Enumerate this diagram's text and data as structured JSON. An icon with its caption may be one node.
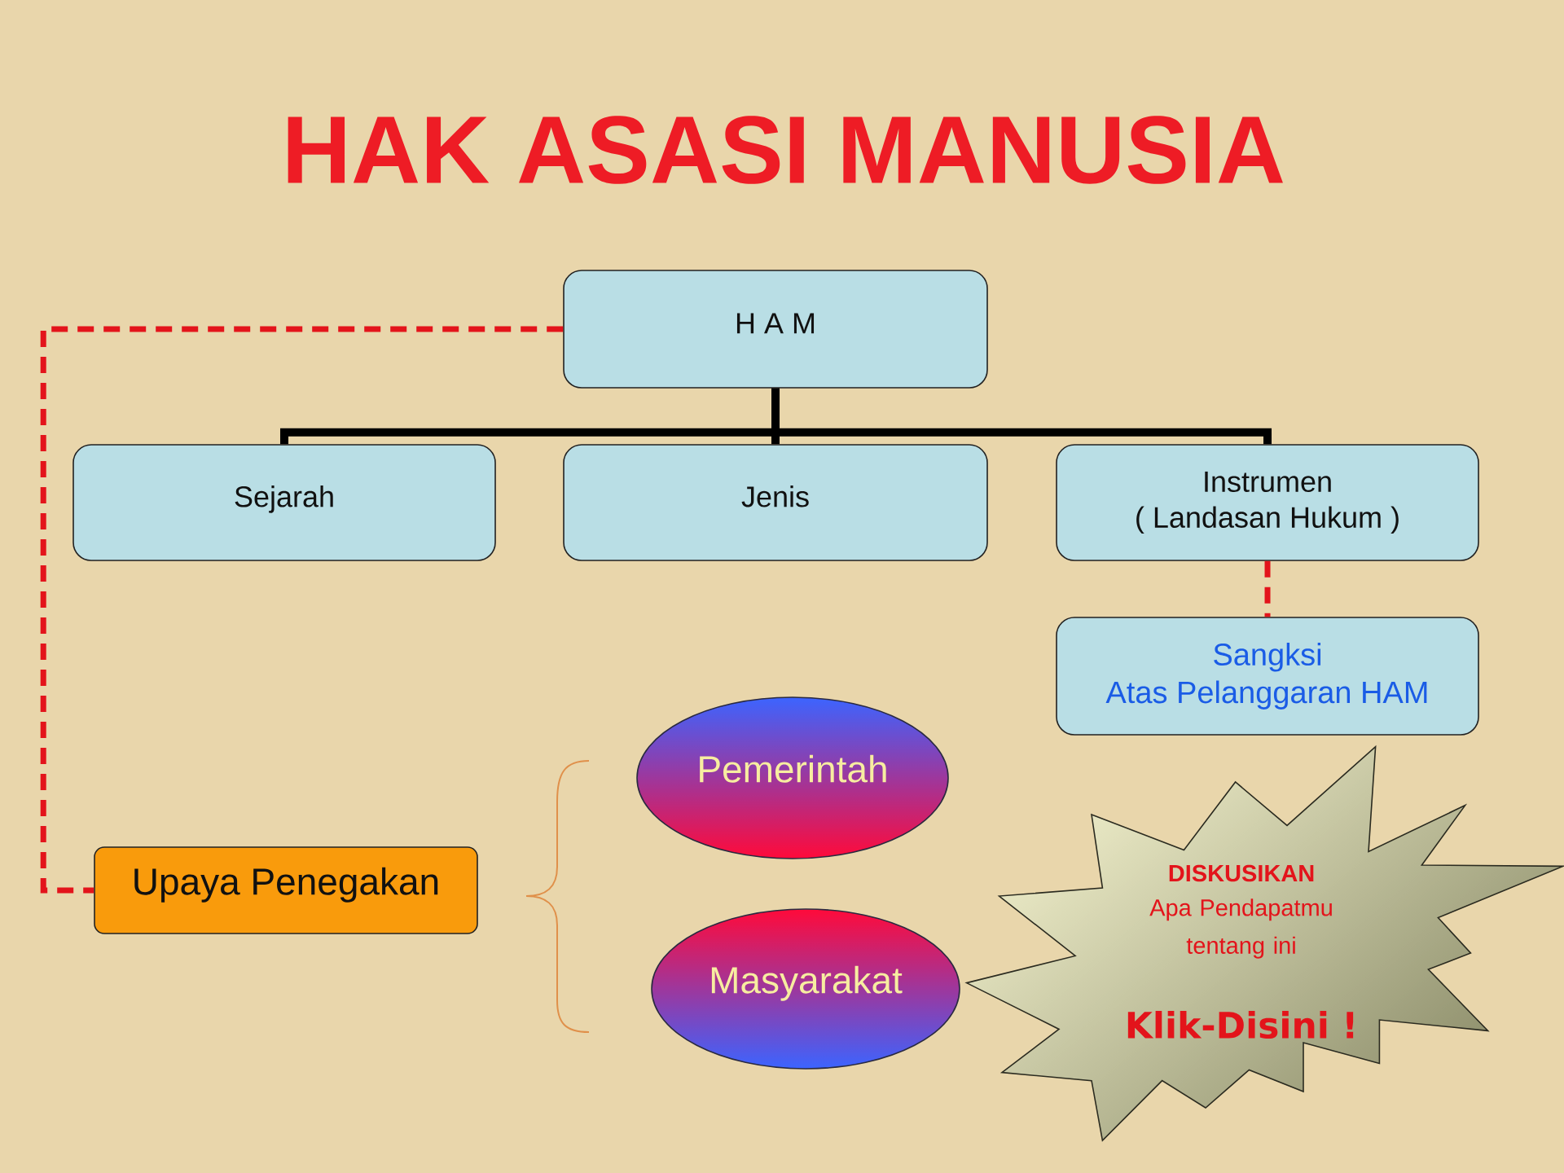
{
  "diagram": {
    "title": "HAK ASASI MANUSIA",
    "nodes": [
      {
        "text": [
          "H A M"
        ]
      },
      {
        "text": [
          "Sejarah"
        ]
      },
      {
        "text": [
          "Jenis"
        ]
      },
      {
        "text": [
          "Instrumen ( Landasan Hukum )"
        ]
      },
      {
        "text": [
          "Sangksi Atas Pelanggaran HAM"
        ]
      },
      {
        "text": [
          "Upaya Penegakan"
        ]
      },
      {
        "text": [
          "Pemerintah"
        ]
      },
      {
        "text": [
          "Masyarakat"
        ]
      },
      {
        "text": [
          "DISKUSIKAN",
          "Apa Pendapatmu tentang ini",
          "Klik-Disini !"
        ]
      }
    ],
    "edges": [
      {
        "from": 0,
        "to": 1,
        "arrow": "none"
      },
      {
        "from": 0,
        "to": 2,
        "arrow": "none"
      },
      {
        "from": 0,
        "to": 3,
        "arrow": "none"
      },
      {
        "from": 3,
        "to": 4,
        "arrow": "none",
        "style": "dashed",
        "color": "#e3141b"
      },
      {
        "from": 0,
        "to": 5,
        "arrow": "none",
        "style": "dashed",
        "color": "#e3141b"
      }
    ]
  }
}
